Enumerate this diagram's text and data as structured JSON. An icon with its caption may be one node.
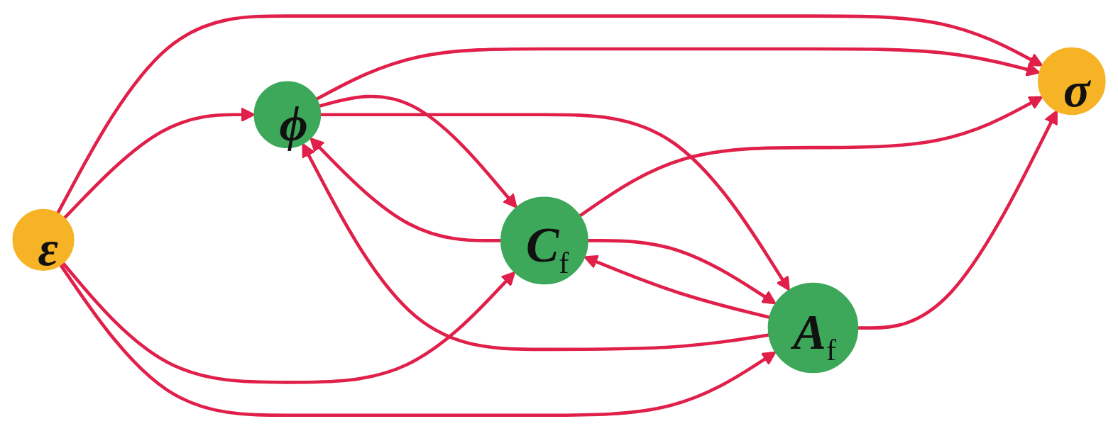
{
  "diagram": {
    "nodes": [
      {
        "text": [
          "σ"
        ]
      },
      {
        "text": [
          "ϕ"
        ]
      },
      {
        "text": [
          "ε"
        ]
      },
      {
        "text": [
          "C$_{f}$"
        ]
      },
      {
        "text": [
          "A$_{f}$"
        ]
      }
    ],
    "edges": [
      {
        "from": 2,
        "to": 0,
        "arrow": "to"
      },
      {
        "from": 2,
        "to": 1,
        "arrow": "to"
      },
      {
        "from": 2,
        "to": 3,
        "arrow": "to"
      },
      {
        "from": 2,
        "to": 4,
        "arrow": "to"
      },
      {
        "from": 1,
        "to": 0,
        "arrow": "to"
      },
      {
        "from": 1,
        "to": 3,
        "arrow": "to"
      },
      {
        "from": 3,
        "to": 1,
        "arrow": "to"
      },
      {
        "from": 1,
        "to": 4,
        "arrow": "to"
      },
      {
        "from": 4,
        "to": 1,
        "arrow": "to"
      },
      {
        "from": 4,
        "to": 0,
        "arrow": "to"
      },
      {
        "from": 3,
        "to": 0,
        "arrow": "to"
      },
      {
        "from": 4,
        "to": 3,
        "arrow": "to"
      },
      {
        "from": 3,
        "to": 4,
        "arrow": "to"
      }
    ]
  }
}
